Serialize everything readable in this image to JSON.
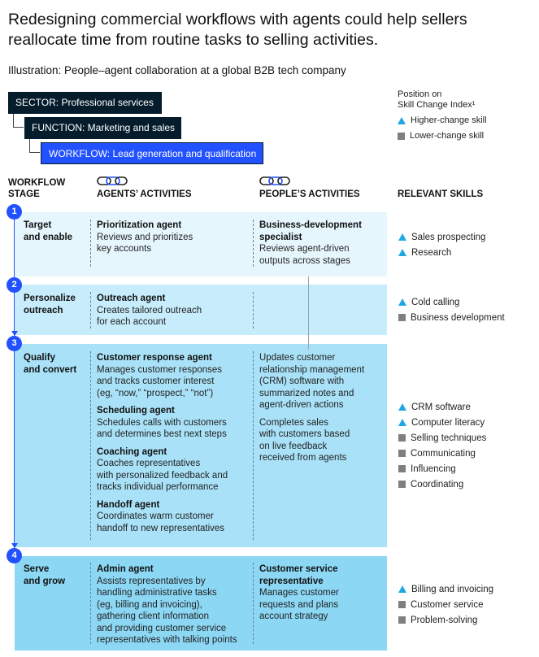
{
  "title": "Redesigning commercial workflows with agents could help sellers reallocate time from routine tasks to selling activities.",
  "subtitle": "Illustration: People–agent collaboration at a global B2B tech company",
  "legend": {
    "heading_line1": "Position on",
    "heading_line2": "Skill Change Index¹",
    "higher": "Higher-change skill",
    "lower": "Lower-change skill",
    "higher_color": "#1ea7e4",
    "lower_color": "#7f7f7f"
  },
  "breadcrumbs": {
    "sector": "SECTOR: Professional services",
    "function": "FUNCTION: Marketing and sales",
    "workflow": "WORKFLOW: Lead generation and qualification"
  },
  "columns": {
    "stage_line1": "WORKFLOW",
    "stage_line2": "STAGE",
    "agents": "AGENTS’ ACTIVITIES",
    "people": "PEOPLE’S ACTIVITIES",
    "skills": "RELEVANT SKILLS"
  },
  "stages": [
    {
      "number": "1",
      "name_line1": "Target",
      "name_line2": "and enable",
      "agents": [
        {
          "name": "Prioritization agent",
          "lines": [
            "Reviews and prioritizes",
            "key accounts"
          ]
        }
      ],
      "people": [
        {
          "name_lines": [
            "Business-development",
            "specialist"
          ],
          "lines": [
            "Reviews agent-driven",
            "outputs across stages"
          ]
        }
      ],
      "skills": [
        {
          "label": "Sales prospecting",
          "type": "higher"
        },
        {
          "label": "Research",
          "type": "higher"
        }
      ]
    },
    {
      "number": "2",
      "name_line1": "Personalize",
      "name_line2": "outreach",
      "agents": [
        {
          "name": "Outreach agent",
          "lines": [
            "Creates tailored outreach",
            "for each account"
          ]
        }
      ],
      "people": [],
      "skills": [
        {
          "label": "Cold calling",
          "type": "higher"
        },
        {
          "label": "Business development",
          "type": "lower"
        }
      ]
    },
    {
      "number": "3",
      "name_line1": "Qualify",
      "name_line2": "and convert",
      "agents": [
        {
          "name": "Customer response agent",
          "lines": [
            "Manages customer responses",
            "and tracks customer interest",
            "(eg, “now,” “prospect,” “not”)"
          ]
        },
        {
          "name": "Scheduling agent",
          "lines": [
            "Schedules calls with customers",
            "and determines best next steps"
          ]
        },
        {
          "name": "Coaching agent",
          "lines": [
            "Coaches representatives",
            "with personalized feedback and",
            "tracks individual performance"
          ]
        },
        {
          "name": "Handoff agent",
          "lines": [
            "Coordinates warm customer",
            "handoff to new representatives"
          ]
        }
      ],
      "people": [
        {
          "name_lines": [],
          "lines": [
            "Updates customer",
            "relationship management",
            "(CRM) software with",
            "summarized notes and",
            "agent-driven actions"
          ]
        },
        {
          "name_lines": [],
          "lines": [
            "Completes sales",
            "with customers based",
            "on live feedback",
            "received from agents"
          ]
        }
      ],
      "skills": [
        {
          "label": "CRM software",
          "type": "higher"
        },
        {
          "label": "Computer literacy",
          "type": "higher"
        },
        {
          "label": "Selling techniques",
          "type": "lower"
        },
        {
          "label": "Communicating",
          "type": "lower"
        },
        {
          "label": "Influencing",
          "type": "lower"
        },
        {
          "label": "Coordinating",
          "type": "lower"
        }
      ]
    },
    {
      "number": "4",
      "name_line1": "Serve",
      "name_line2": "and grow",
      "agents": [
        {
          "name": "Admin agent",
          "lines": [
            "Assists representatives by",
            "handling administrative tasks",
            "(eg, billing and invoicing),",
            "gathering client information",
            "and providing customer service",
            "representatives with talking points"
          ]
        }
      ],
      "people": [
        {
          "name_lines": [
            "Customer service",
            "representative"
          ],
          "lines": [
            "Manages customer",
            "requests and plans",
            "account strategy"
          ]
        }
      ],
      "skills": [
        {
          "label": "Billing and invoicing",
          "type": "higher"
        },
        {
          "label": "Customer service",
          "type": "lower"
        },
        {
          "label": "Problem-solving",
          "type": "lower"
        }
      ]
    }
  ]
}
